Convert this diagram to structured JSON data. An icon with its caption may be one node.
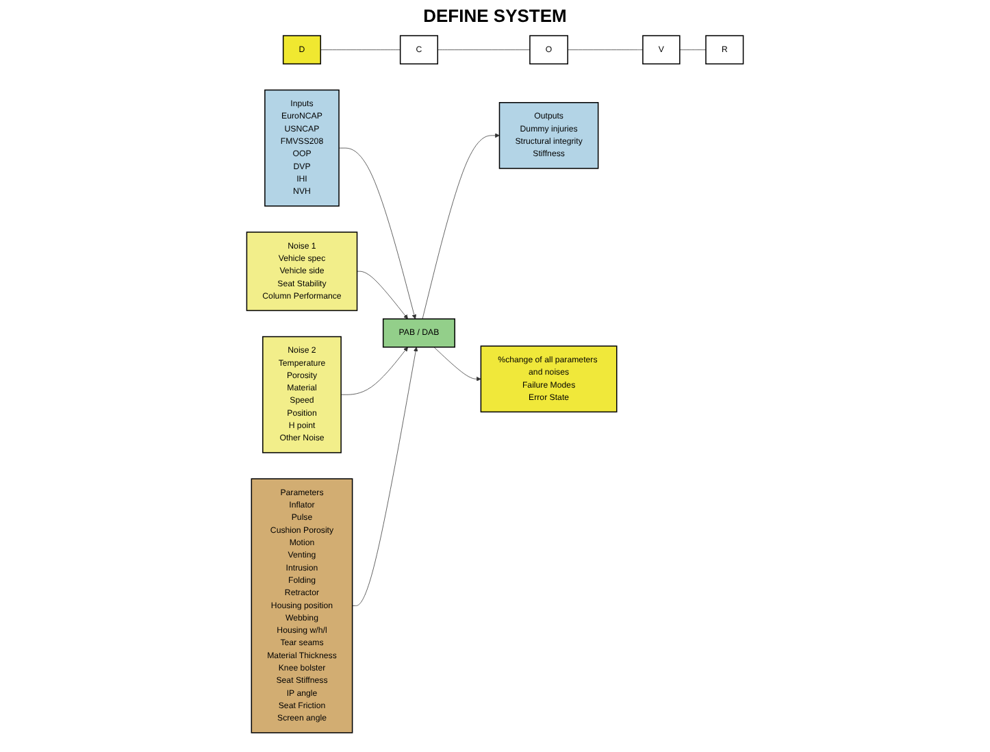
{
  "diagram": {
    "nodes": [
      {
        "text": [
          "D"
        ]
      },
      {
        "text": [
          "C"
        ]
      },
      {
        "text": [
          "O"
        ]
      },
      {
        "text": [
          "V"
        ]
      },
      {
        "text": [
          "R"
        ]
      },
      {
        "text": [
          "Noise 1",
          "Vehicle spec",
          "Vehicle side",
          "Seat Stability",
          "Column Performance"
        ]
      },
      {
        "text": [
          "Noise 2",
          "Temperature",
          "Porosity",
          "Material",
          "Speed",
          "Position",
          "H point",
          "Other Noise"
        ]
      },
      {
        "text": [
          "Inputs",
          "EuroNCAP",
          "USNCAP",
          "FMVSS208",
          "OOP",
          "DVP",
          "IHI",
          "NVH"
        ]
      },
      {
        "text": [
          "PAB / DAB"
        ]
      },
      {
        "text": [
          "Outputs",
          "Dummy injuries",
          "Structural integrity",
          "Stiffness"
        ]
      },
      {
        "text": [
          "Parameters",
          "Inflator",
          "Pulse",
          "Cushion Porosity",
          "Motion",
          "Venting",
          "Intrusion",
          "Folding",
          "Retractor",
          "Housing position",
          "Webbing",
          "Housing w/h/l",
          "Tear seams",
          "Material Thickness",
          "Knee bolster",
          "Seat Stiffness",
          "IP angle",
          "Seat Friction",
          "Screen  angle"
        ]
      },
      {
        "text": [
          "%change of all parameters and noises",
          "Failure Modes",
          "Error State"
        ]
      }
    ],
    "edges": [
      {
        "from": 0,
        "to": 1,
        "arrow": "none"
      },
      {
        "from": 1,
        "to": 2,
        "arrow": "none"
      },
      {
        "from": 2,
        "to": 3,
        "arrow": "none"
      },
      {
        "from": 3,
        "to": 4,
        "arrow": "none"
      },
      {
        "from": 7,
        "to": 8,
        "arrow": "to"
      },
      {
        "from": 5,
        "to": 8,
        "arrow": "to"
      },
      {
        "from": 6,
        "to": 8,
        "arrow": "to"
      },
      {
        "from": 10,
        "to": 8,
        "arrow": "to"
      },
      {
        "from": 8,
        "to": 9,
        "arrow": "to"
      },
      {
        "from": 8,
        "to": 11,
        "arrow": "to"
      }
    ],
    "labels": [
      "DEFINE SYSTEM"
    ]
  }
}
